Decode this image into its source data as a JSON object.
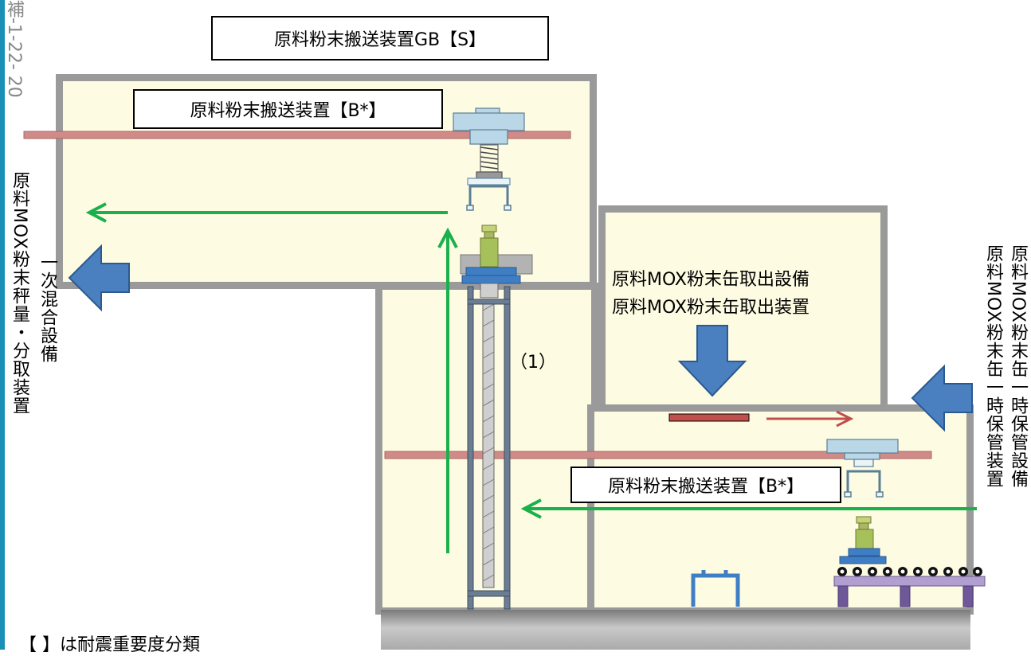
{
  "page_number": "補-1-22- 20",
  "titles": {
    "gb": "原料粉末搬送装置GB【S】",
    "upper_conveyor": "原料粉末搬送装置【B*】",
    "lower_conveyor": "原料粉末搬送装置【B*】",
    "extraction_facility": "原料MOX粉末缶取出設備",
    "extraction_device": "原料MOX粉末缶取出装置"
  },
  "side_labels": {
    "primary_mixing": "一次混合設備",
    "weighing_device": "原料MOX粉末秤量・分取装置",
    "temp_storage_facility": "原料MOX粉末缶一時保管設備",
    "temp_storage_device": "原料MOX粉末缶一時保管装置"
  },
  "marker": "（1）",
  "note": "【 】は耐震重要度分類",
  "colors": {
    "room_fill": "#fefbe3",
    "wall": "#9a9a9a",
    "rail": "#d08a88",
    "green_arrow": "#1ab04c",
    "blue_arrow": "#4a7fc0",
    "red_arrow": "#c0504d"
  }
}
